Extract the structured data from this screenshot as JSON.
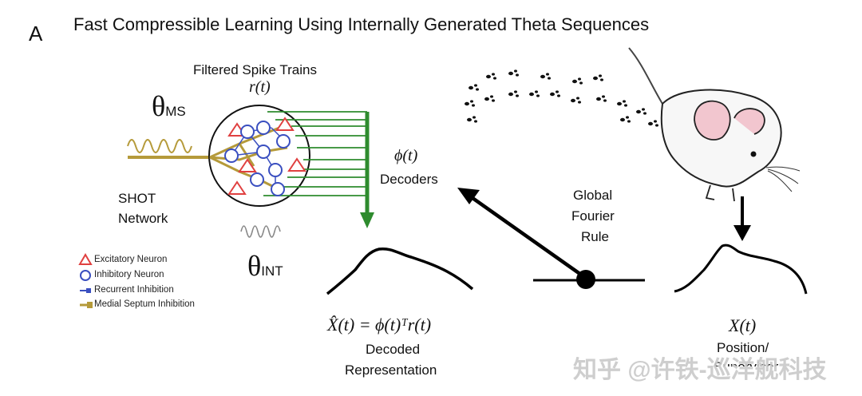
{
  "panel_letter": "A",
  "title": "Fast Compressible Learning Using Internally Generated Theta Sequences",
  "network": {
    "spike_trains_label": "Filtered Spike Trains",
    "rate_symbol": "r(t)",
    "theta_ms_base": "θ",
    "theta_ms_sub": "MS",
    "theta_int_base": "θ",
    "theta_int_sub": "INT",
    "shot_line1": "SHOT",
    "shot_line2": "Network"
  },
  "decoders": {
    "symbol": "ϕ(t)",
    "label": "Decoders"
  },
  "rule": {
    "line1": "Global",
    "line2": "Fourier",
    "line3": "Rule"
  },
  "decoded": {
    "equation": "X̂(t) = ϕ(t)ᵀr(t)",
    "line1": "Decoded",
    "line2": "Representation"
  },
  "position": {
    "symbol": "X(t)",
    "line1": "Position/",
    "line2": "Supervisor"
  },
  "legend": [
    {
      "label": "Excitatory Neuron",
      "icon": "red-triangle-icon"
    },
    {
      "label": "Inhibitory Neuron",
      "icon": "blue-circle-icon"
    },
    {
      "label": "Recurrent Inhibition",
      "icon": "blue-arrow-icon"
    },
    {
      "label": "Medial Septum Inhibition",
      "icon": "gold-arrow-icon"
    }
  ],
  "watermark": "知乎 @许铁-巡洋舰科技",
  "colors": {
    "excitatory": "#e04040",
    "inhibitory": "#3a4fc0",
    "septum": "#b59a3a",
    "readout": "#2e8b2e"
  }
}
